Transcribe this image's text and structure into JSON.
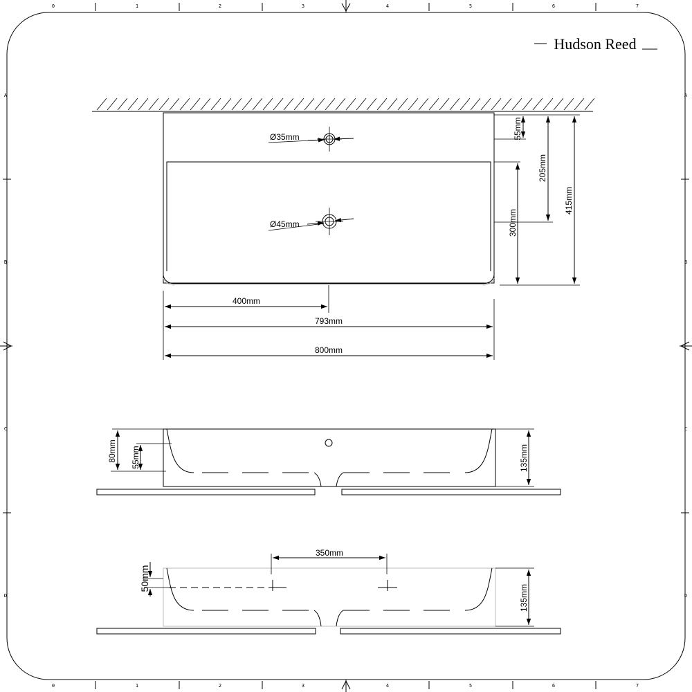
{
  "brand": {
    "name": "Hudson Reed"
  },
  "frame": {
    "columns": [
      "0",
      "1",
      "2",
      "3",
      "4",
      "5",
      "6",
      "7"
    ],
    "rows": [
      "A",
      "B",
      "C",
      "D"
    ]
  },
  "plan_view": {
    "tap_hole": "Ø35mm",
    "waste_hole": "Ø45mm",
    "tap_offset": "55mm",
    "waste_offset": "205mm",
    "total_depth": "415mm",
    "basin_depth": "300mm",
    "center_distance": "400mm",
    "inner_width": "793mm",
    "overall_width": "800mm"
  },
  "front_view": {
    "outer_depth": "80mm",
    "inner_depth": "55mm",
    "height": "135mm"
  },
  "section_view": {
    "span": "350mm",
    "depth": "50mm",
    "height": "135mm"
  }
}
